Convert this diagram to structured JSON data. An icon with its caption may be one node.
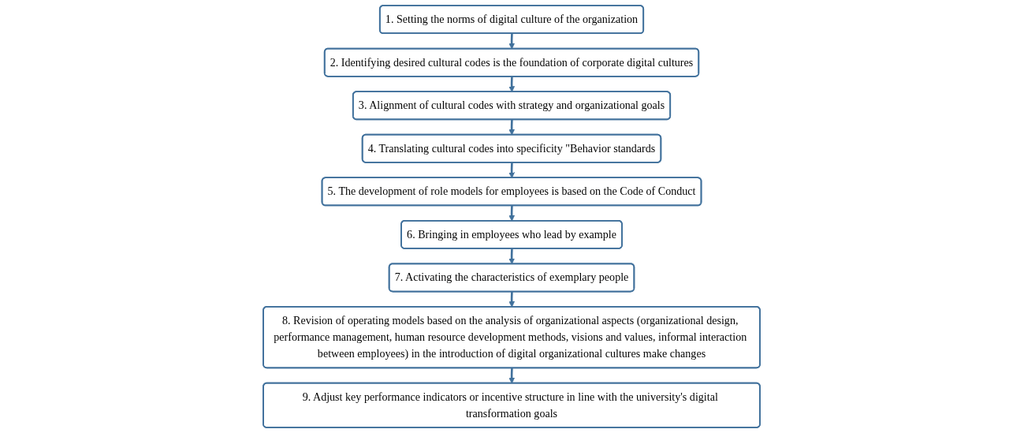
{
  "diagram": {
    "nodes": [
      {
        "text": [
          "1. Setting the norms of digital culture of the organization"
        ]
      },
      {
        "text": [
          "2. Identifying desired cultural codes is the foundation of corporate digital cultures"
        ]
      },
      {
        "text": [
          "3. Alignment of cultural codes with strategy and organizational goals"
        ]
      },
      {
        "text": [
          "4. Translating cultural codes into specificity \"Behavior standards"
        ]
      },
      {
        "text": [
          "5. The development of role models for employees is based on the Code of Conduct"
        ]
      },
      {
        "text": [
          "6. Bringing in employees who lead by example"
        ]
      },
      {
        "text": [
          "7. Activating the characteristics of exemplary people"
        ]
      },
      {
        "text": [
          "8. Revision of operating models based on the analysis of organizational aspects (organizational design, performance management, human resource development methods, visions and values, informal interaction between employees) in the introduction of digital organizational cultures make changes"
        ]
      },
      {
        "text": [
          "9. Adjust key performance indicators or incentive structure in line with the university's digital transformation goals"
        ]
      }
    ],
    "edges": [
      {
        "from": 0,
        "to": 1,
        "arrow": "to"
      },
      {
        "from": 1,
        "to": 2,
        "arrow": "to"
      },
      {
        "from": 2,
        "to": 3,
        "arrow": "to"
      },
      {
        "from": 3,
        "to": 4,
        "arrow": "to"
      },
      {
        "from": 4,
        "to": 5,
        "arrow": "to"
      },
      {
        "from": 5,
        "to": 6,
        "arrow": "to"
      },
      {
        "from": 6,
        "to": 7,
        "arrow": "to"
      },
      {
        "from": 7,
        "to": 8,
        "arrow": "to"
      }
    ]
  }
}
